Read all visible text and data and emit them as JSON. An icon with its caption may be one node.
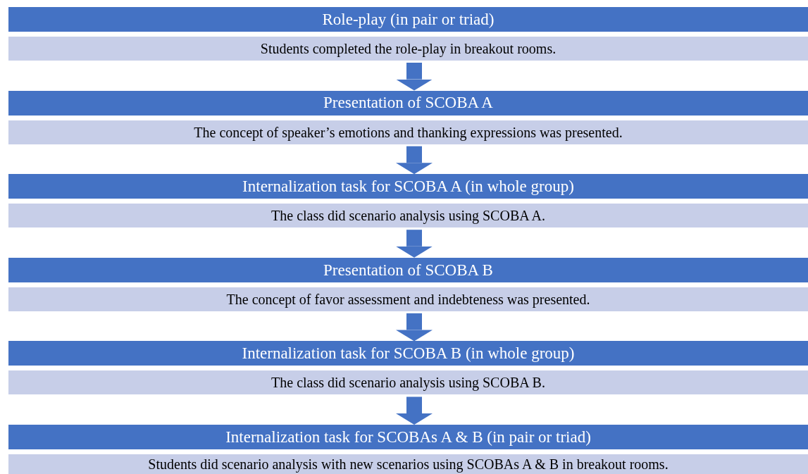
{
  "diagram": {
    "nodes": [
      {
        "text": [
          "Role-play (in pair or triad)"
        ]
      },
      {
        "text": [
          "Students completed the role-play in breakout rooms."
        ]
      },
      {
        "text": [
          "Presentation of SCOBA A"
        ]
      },
      {
        "text": [
          "The concept of speaker’s emotions and thanking expressions was presented."
        ]
      },
      {
        "text": [
          "Internalization task for SCOBA A (in whole group)"
        ]
      },
      {
        "text": [
          "The class did scenario analysis using SCOBA A."
        ]
      },
      {
        "text": [
          "Presentation of SCOBA B"
        ]
      },
      {
        "text": [
          "The concept of favor assessment and indebteness was presented."
        ]
      },
      {
        "text": [
          "Internalization task for SCOBA B (in whole group)"
        ]
      },
      {
        "text": [
          "The class did scenario analysis using SCOBA B."
        ]
      },
      {
        "text": [
          "Internalization task for SCOBAs A & B (in pair or triad)"
        ]
      },
      {
        "text": [
          "Students did scenario analysis with new scenarios using SCOBAs A & B in breakout rooms."
        ]
      }
    ],
    "edges": [
      {
        "from": 1,
        "to": 2,
        "arrow": "to"
      },
      {
        "from": 3,
        "to": 4,
        "arrow": "to"
      },
      {
        "from": 5,
        "to": 6,
        "arrow": "to"
      },
      {
        "from": 7,
        "to": 8,
        "arrow": "to"
      },
      {
        "from": 9,
        "to": 10,
        "arrow": "to"
      }
    ]
  }
}
